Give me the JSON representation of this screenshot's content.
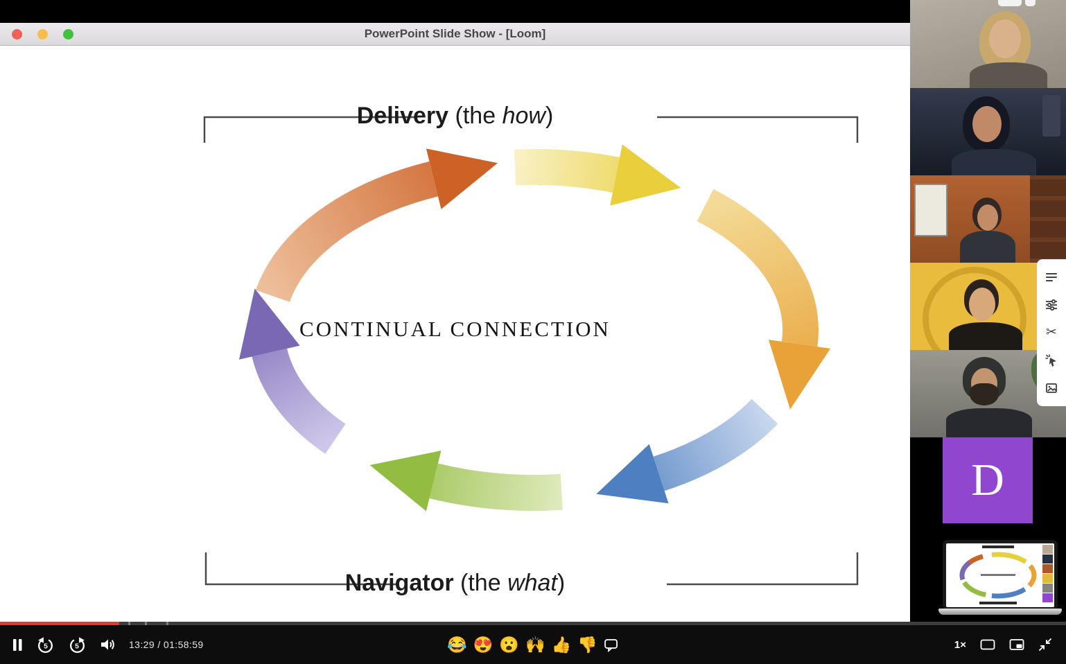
{
  "window": {
    "title": "PowerPoint Slide Show - [Loom]"
  },
  "slide": {
    "top_label": {
      "title": "Delivery",
      "paren_open": "(the ",
      "emphasis": "how",
      "paren_close": ")"
    },
    "center_text": "CONTINUAL CONNECTION",
    "bottom_label": {
      "title": "Navigator",
      "paren_open": "(the ",
      "emphasis": "what",
      "paren_close": ")"
    }
  },
  "diagram": {
    "type": "cycle",
    "direction": "clockwise",
    "center_text": "CONTINUAL CONNECTION",
    "segments": [
      {
        "name": "orange",
        "tail_color": "#EDBE9A",
        "head_color": "#CD6227"
      },
      {
        "name": "yellow",
        "tail_color": "#F8F1C4",
        "head_color": "#E9CF3B"
      },
      {
        "name": "amber",
        "tail_color": "#F3DB97",
        "head_color": "#E8A238"
      },
      {
        "name": "blue",
        "tail_color": "#C6D6EC",
        "head_color": "#4E7FC1"
      },
      {
        "name": "green",
        "tail_color": "#DDEABB",
        "head_color": "#93BC42"
      },
      {
        "name": "purple",
        "tail_color": "#CEC7E9",
        "head_color": "#7A68B5"
      }
    ]
  },
  "participants": {
    "video_count": 5,
    "initial_tile_label": "D",
    "initial_tile_color": "#9146D0"
  },
  "annotation_toolbar": {
    "icons": [
      "notes",
      "adjust",
      "scissors",
      "cursor-click",
      "image"
    ]
  },
  "player": {
    "time": "13:29 / 01:58:59",
    "speed_label": "1×",
    "skip_seconds": "5",
    "progress_fraction": 0.112,
    "progress_color": "#E23B2E",
    "reactions": [
      "😂",
      "😍",
      "😮",
      "🙌",
      "👍",
      "👎"
    ]
  }
}
